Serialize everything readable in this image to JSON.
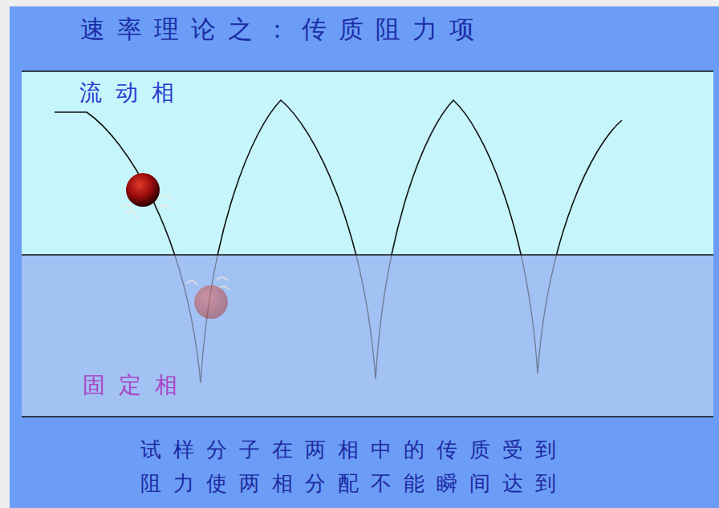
{
  "diagram": {
    "title": "速率理论之：传质阻力项",
    "caption": "试样分子在两相中的传质受到 阻力使两相分配不能瞬间达到",
    "nodes": [
      {
        "text": [
          "流动相"
        ]
      },
      {
        "text": [
          "固定相"
        ]
      }
    ]
  }
}
